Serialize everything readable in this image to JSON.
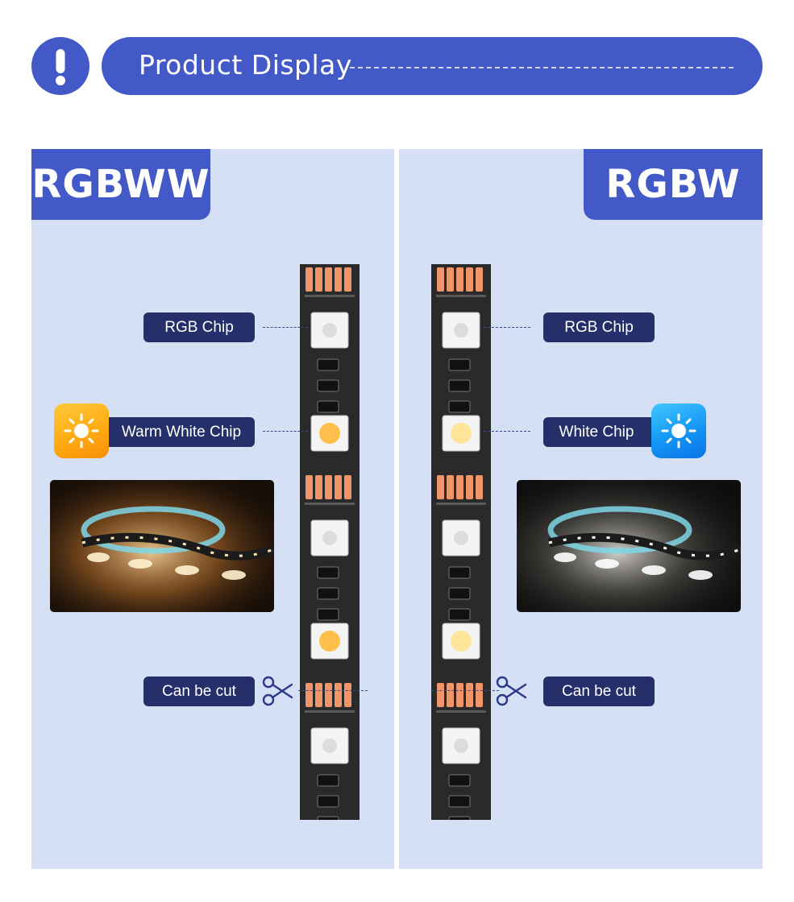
{
  "header": {
    "title": "Product Display"
  },
  "left": {
    "tag": "RGBWW",
    "labels": {
      "rgb": "RGB Chip",
      "white": "Warm White Chip",
      "cut": "Can be cut"
    }
  },
  "right": {
    "tag": "RGBW",
    "labels": {
      "rgb": "RGB Chip",
      "white": "White Chip",
      "cut": "Can be cut"
    }
  },
  "colors": {
    "brand_blue": "#4459c8",
    "label_navy": "#25306a",
    "panel_bg": "#d6e0f4",
    "warm_chip": "#ffbf4a",
    "white_chip": "#ffe59a",
    "copper_pad": "#f0946a"
  },
  "icons": [
    "exclamation-icon",
    "sun-icon",
    "scissors-icon"
  ]
}
